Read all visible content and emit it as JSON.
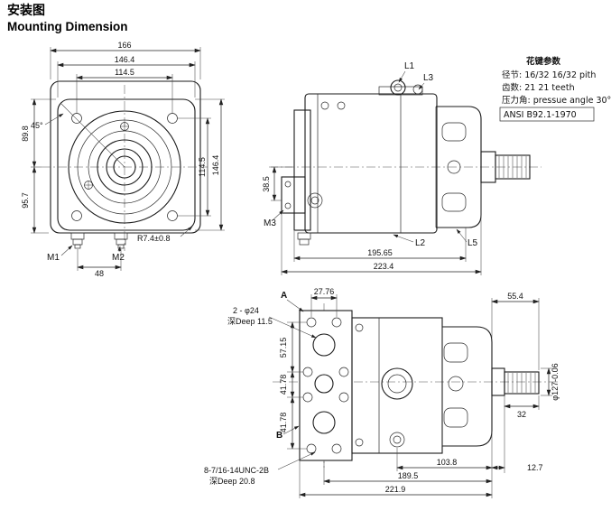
{
  "page": {
    "title_cn": "安装图",
    "title_en": "Mounting Dimension"
  },
  "front_view": {
    "dim_166": "166",
    "dim_146_top": "146.4",
    "dim_114_top": "114.5",
    "dim_114_right": "114.5",
    "dim_146_right": "146.4",
    "dim_89_8": "89.8",
    "dim_95_7": "95.7",
    "angle_45": "45°",
    "radius_label": "R7.4±0.8",
    "port_m1": "M1",
    "port_m2": "M2",
    "dim_48": "48"
  },
  "side_view": {
    "label_l1": "L1",
    "label_l3": "L3",
    "label_m3": "M3",
    "label_l2": "L2",
    "label_l5": "L5",
    "dim_38_5": "38.5",
    "dim_195_65": "195.65",
    "dim_223_4": "223.4",
    "spline_table": {
      "title": "花键参数",
      "row_pitch": "径节:  16/32  16/32 pith",
      "row_teeth": "齿数:  21    21 teeth",
      "row_angle": "压力角: pressue angle 30°",
      "standard": "ANSI B92.1-1970"
    }
  },
  "bottom_view": {
    "label_a": "A",
    "label_b": "B",
    "label_holes_large": "2 - φ24",
    "label_holes_large_depth": "深Deep 11.5",
    "label_holes_small": "8-7/16-14UNC-2B",
    "label_holes_small_depth": "深Deep 20.8",
    "dim_27_76": "27.76",
    "dim_57_15": "57.15",
    "dim_41_78_a": "41.78",
    "dim_41_78_b": "41.78",
    "dim_55_4": "55.4",
    "dim_32": "32",
    "dim_pilot": "φ127-0.06",
    "dim_103_8": "103.8",
    "dim_12_7": "12.7",
    "dim_189_5": "189.5",
    "dim_221_9": "221.9"
  }
}
